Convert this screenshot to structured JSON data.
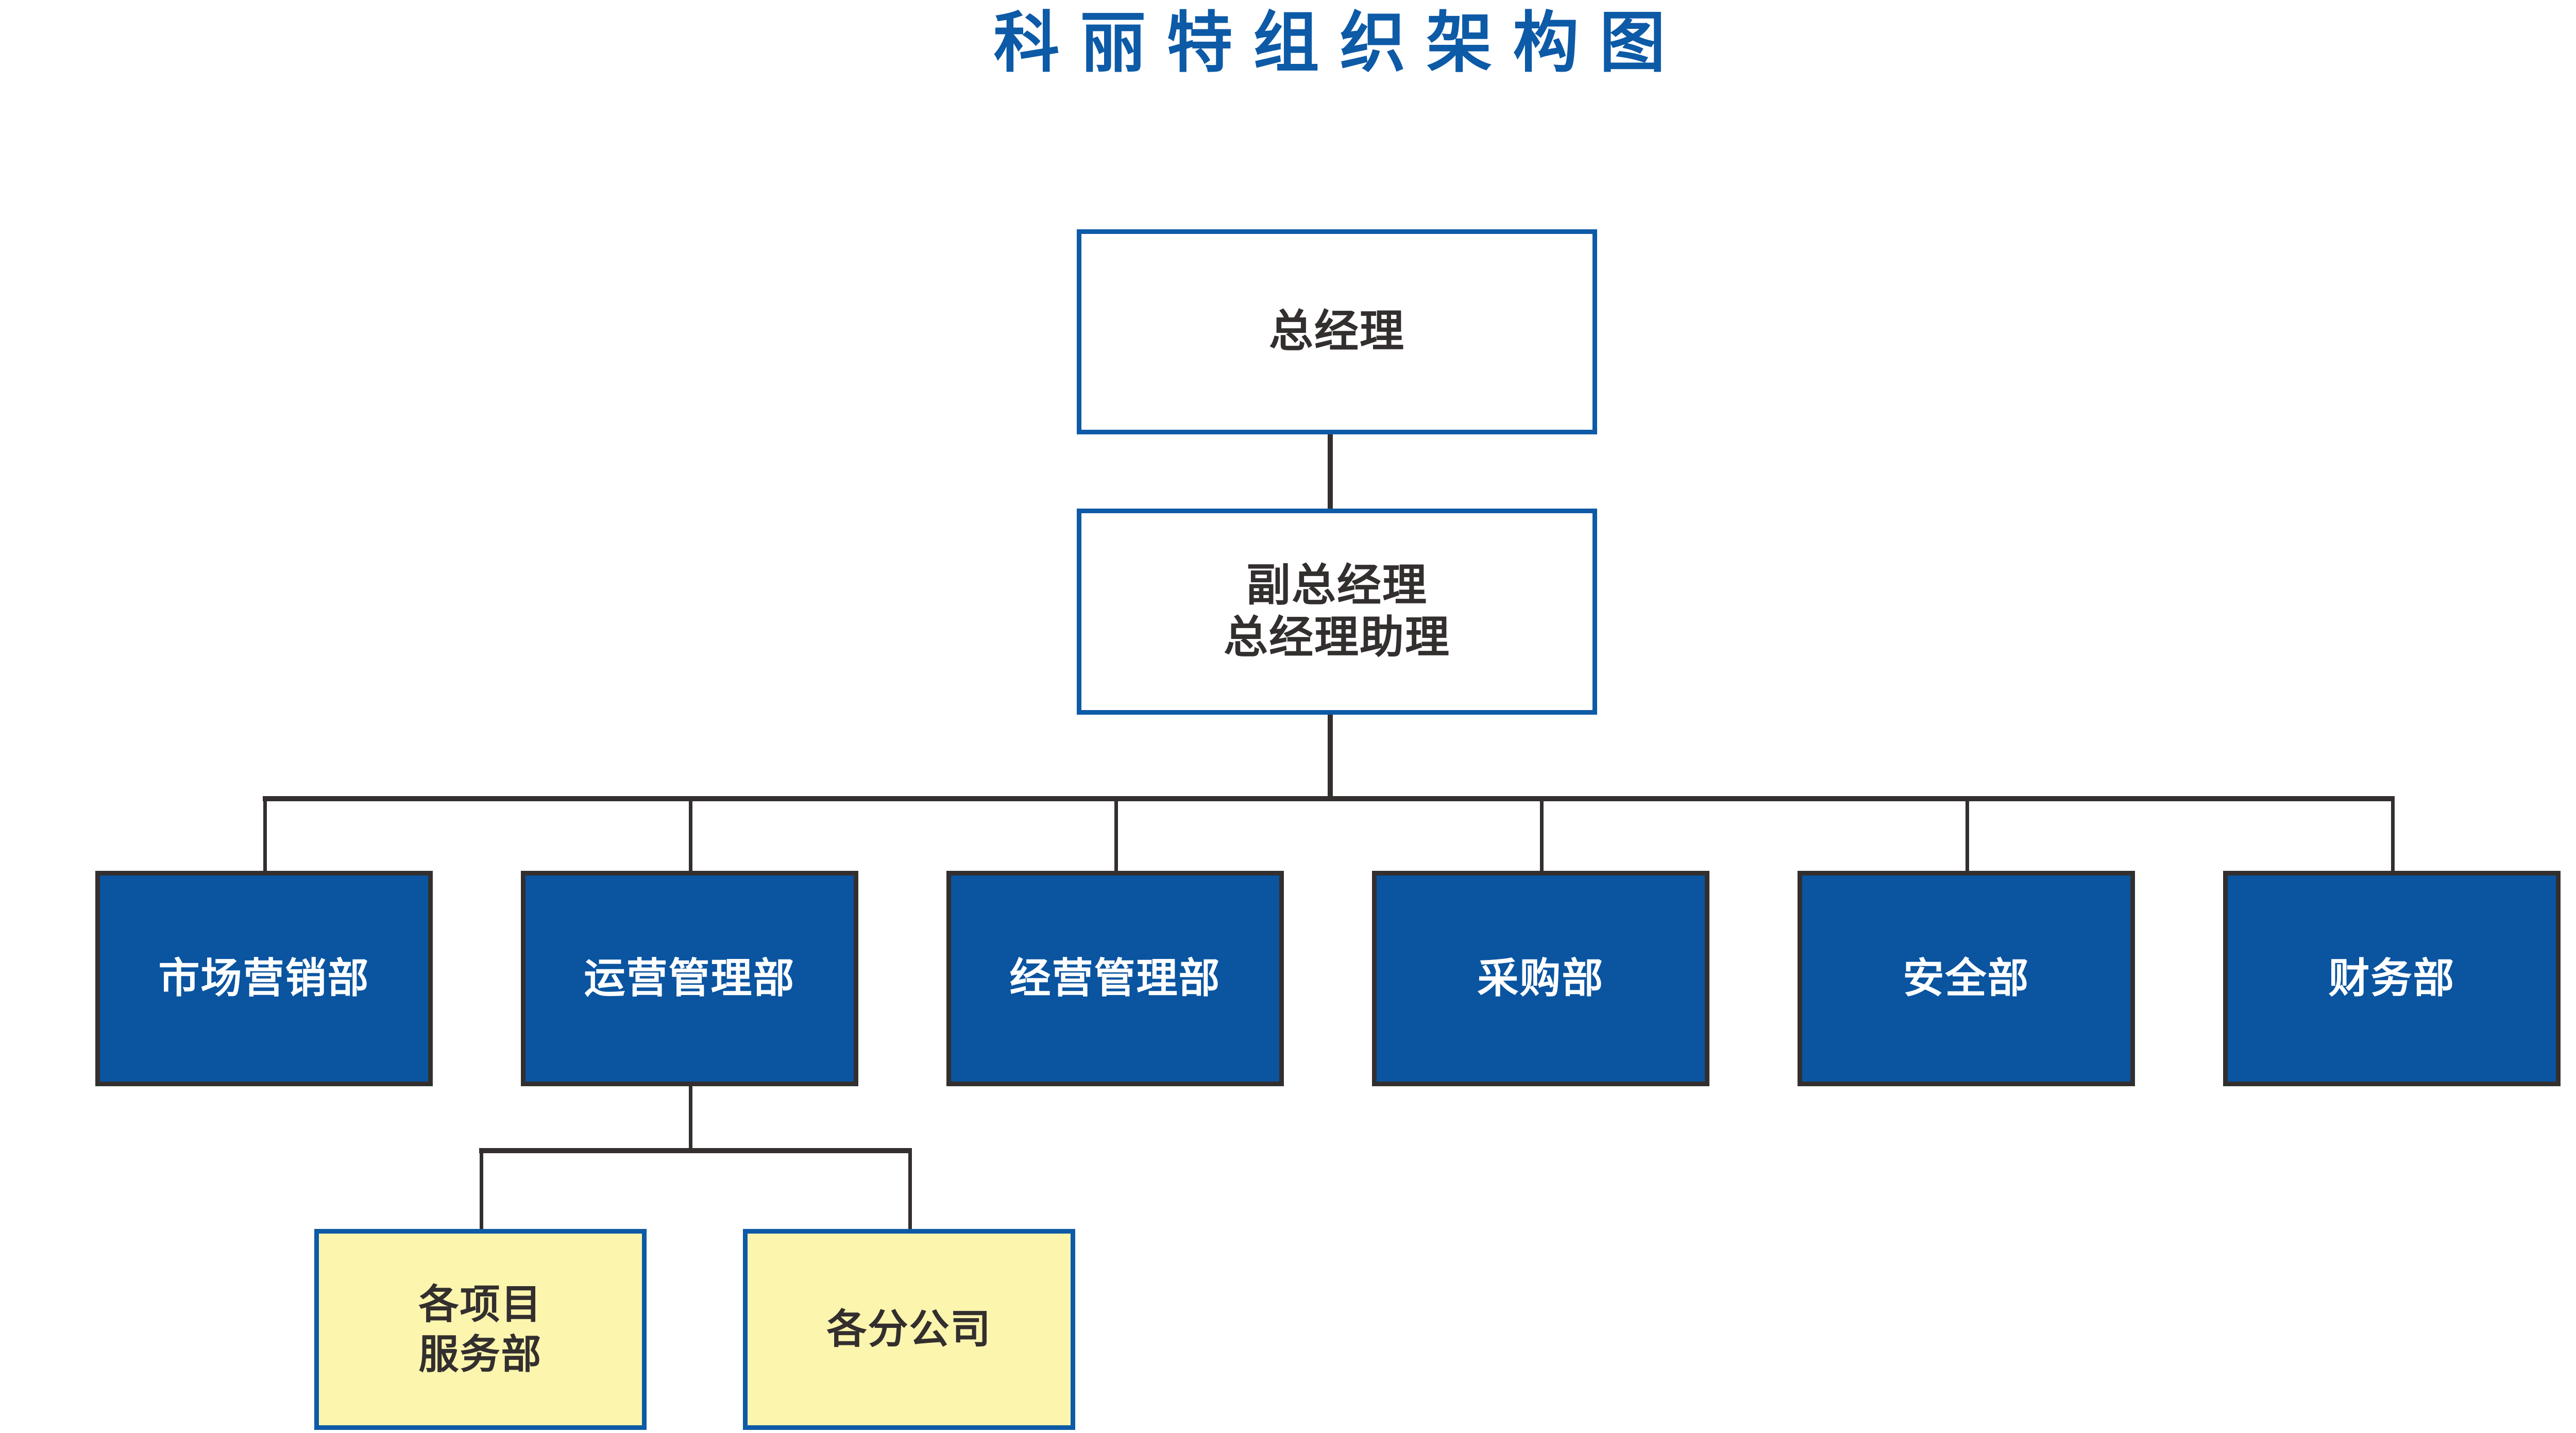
{
  "page": {
    "title": "科丽特组织架构图",
    "background_color": "#FFFFFF"
  },
  "colors": {
    "title_blue": "#0D5AA7",
    "box_blue_fill": "#0A54A0",
    "box_blue_border": "#0D5AA7",
    "box_yellow_fill": "#FCF5AE",
    "line_dark": "#332F2E",
    "text_dark": "#332F2E",
    "text_white": "#FFFFFF"
  },
  "org_chart": {
    "type": "org-hierarchy",
    "levels": [
      {
        "level": 1,
        "style": "white-box-blue-border",
        "nodes": [
          {
            "id": "gm",
            "label": "总经理",
            "lines": [
              "总经理"
            ]
          }
        ]
      },
      {
        "level": 2,
        "style": "white-box-blue-border",
        "nodes": [
          {
            "id": "vgm",
            "label": "副总经理\n总经理助理",
            "lines": [
              "副总经理",
              "总经理助理"
            ],
            "parent": "gm"
          }
        ]
      },
      {
        "level": 3,
        "style": "blue-fill-white-text",
        "nodes": [
          {
            "id": "dept-marketing",
            "label": "市场营销部",
            "parent": "vgm"
          },
          {
            "id": "dept-operations",
            "label": "运营管理部",
            "parent": "vgm"
          },
          {
            "id": "dept-management",
            "label": "经营管理部",
            "parent": "vgm"
          },
          {
            "id": "dept-procurement",
            "label": "采购部",
            "parent": "vgm"
          },
          {
            "id": "dept-safety",
            "label": "安全部",
            "parent": "vgm"
          },
          {
            "id": "dept-finance",
            "label": "财务部",
            "parent": "vgm"
          }
        ]
      },
      {
        "level": 4,
        "style": "yellow-fill-blue-border",
        "nodes": [
          {
            "id": "sub-project-service",
            "label": "各项目\n服务部",
            "lines": [
              "各项目",
              "服务部"
            ],
            "parent": "dept-operations"
          },
          {
            "id": "sub-branch-company",
            "label": "各分公司",
            "lines": [
              "各分公司"
            ],
            "parent": "dept-operations"
          }
        ]
      }
    ]
  }
}
